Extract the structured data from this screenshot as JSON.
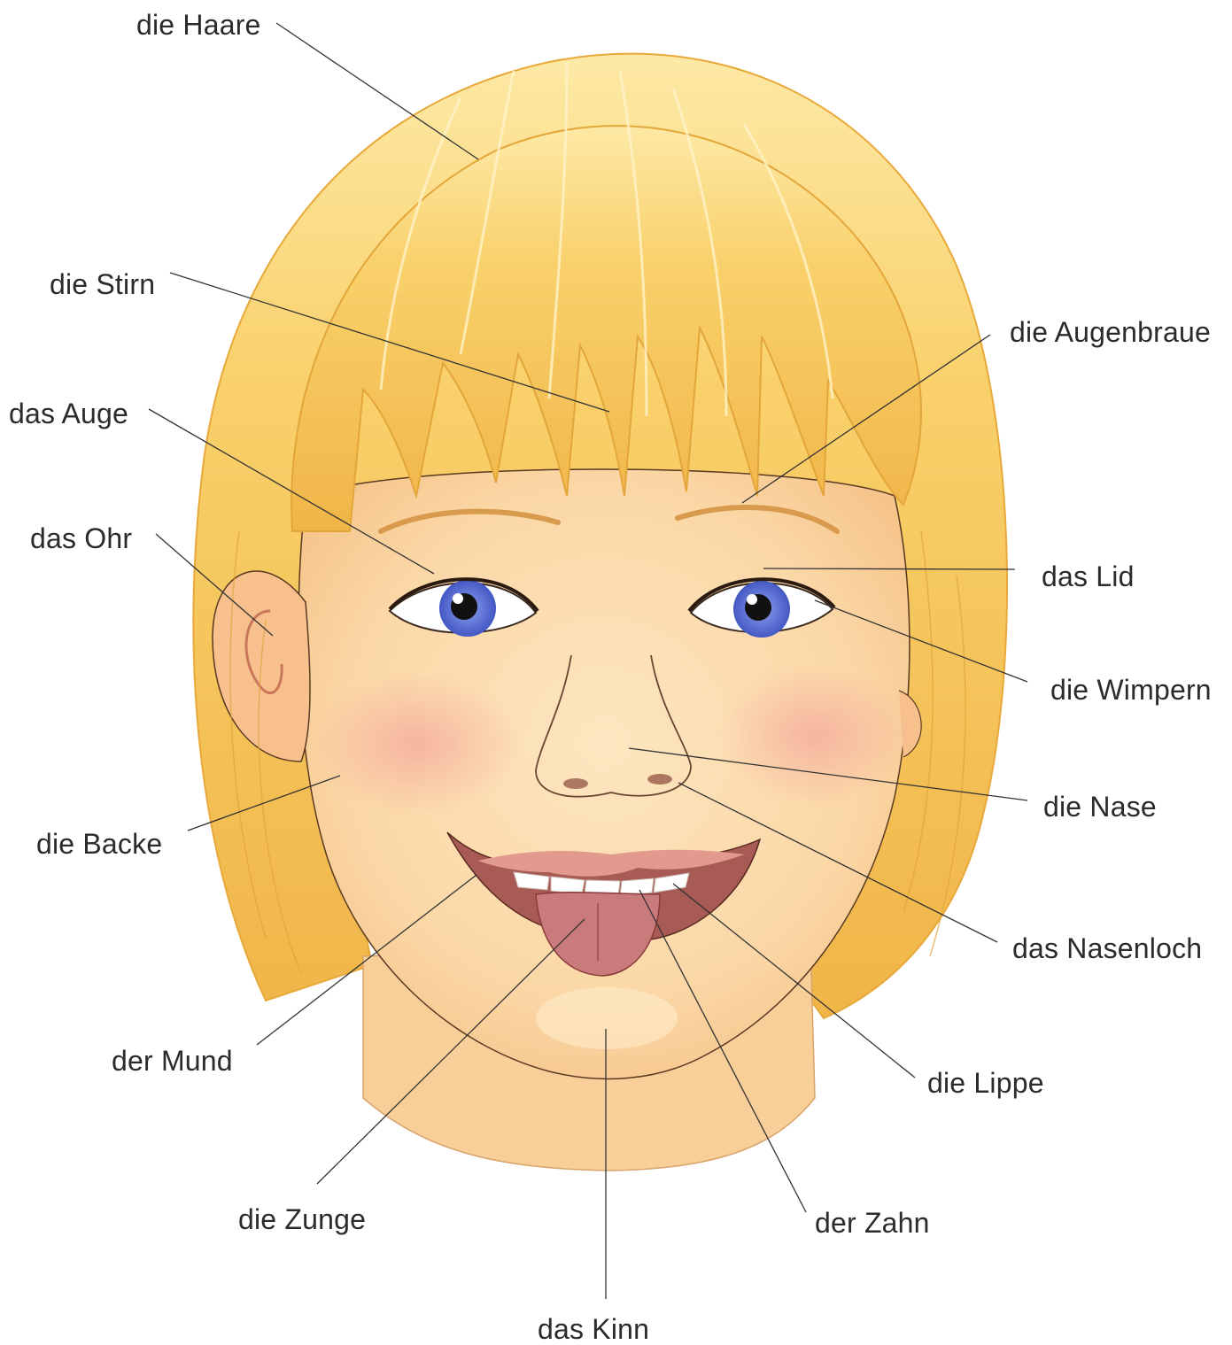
{
  "labels": {
    "haare": "die Haare",
    "stirn": "die Stirn",
    "augenbraue": "die Augenbraue",
    "auge": "das Auge",
    "ohr": "das Ohr",
    "lid": "das Lid",
    "wimpern": "die Wimpern",
    "nase": "die Nase",
    "backe": "die Backe",
    "nasenloch": "das Nasenloch",
    "mund": "der Mund",
    "lippe": "die Lippe",
    "zunge": "die Zunge",
    "zahn": "der Zahn",
    "kinn": "das Kinn"
  },
  "colors": {
    "hair": "#f7c64a",
    "hair_light": "#fde7a0",
    "skin": "#fbd9a8",
    "cheek": "#f4a79b",
    "iris": "#5f74d6",
    "lips": "#d98a80",
    "tongue": "#c9777a",
    "leader_line": "#333333"
  }
}
